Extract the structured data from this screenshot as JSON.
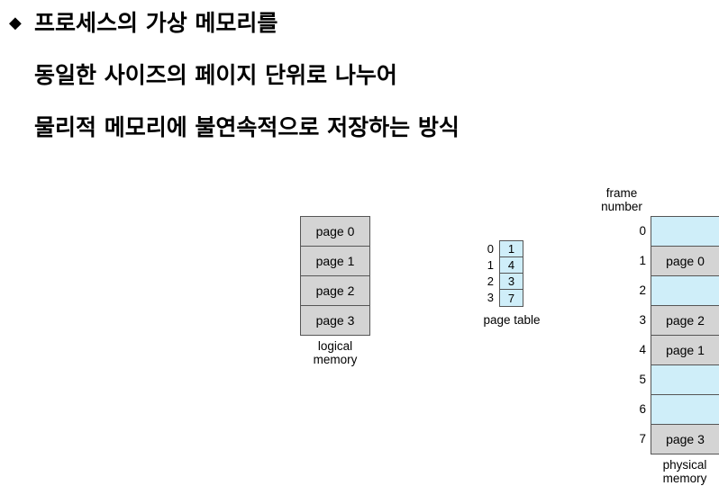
{
  "text": {
    "bullet": "◆",
    "line1": "프로세스의 가상 메모리를",
    "line2": "동일한 사이즈의 페이지 단위로 나누어",
    "line3": "물리적 메모리에 불연속적으로 저장하는 방식"
  },
  "logical_memory": {
    "pages": [
      "page 0",
      "page 1",
      "page 2",
      "page 3"
    ],
    "label_line1": "logical",
    "label_line2": "memory"
  },
  "page_table": {
    "indices": [
      "0",
      "1",
      "2",
      "3"
    ],
    "frames": [
      "1",
      "4",
      "3",
      "7"
    ],
    "label": "page table"
  },
  "physical_memory": {
    "header_line1": "frame",
    "header_line2": "number",
    "frame_numbers": [
      "0",
      "1",
      "2",
      "3",
      "4",
      "5",
      "6",
      "7"
    ],
    "frames": [
      "",
      "page 0",
      "",
      "page 2",
      "page 1",
      "",
      "",
      "page 3"
    ],
    "label_line1": "physical",
    "label_line2": "memory"
  },
  "colors": {
    "page_fill": "#d4d4d4",
    "free_fill": "#cfeef9",
    "border": "#555555"
  }
}
